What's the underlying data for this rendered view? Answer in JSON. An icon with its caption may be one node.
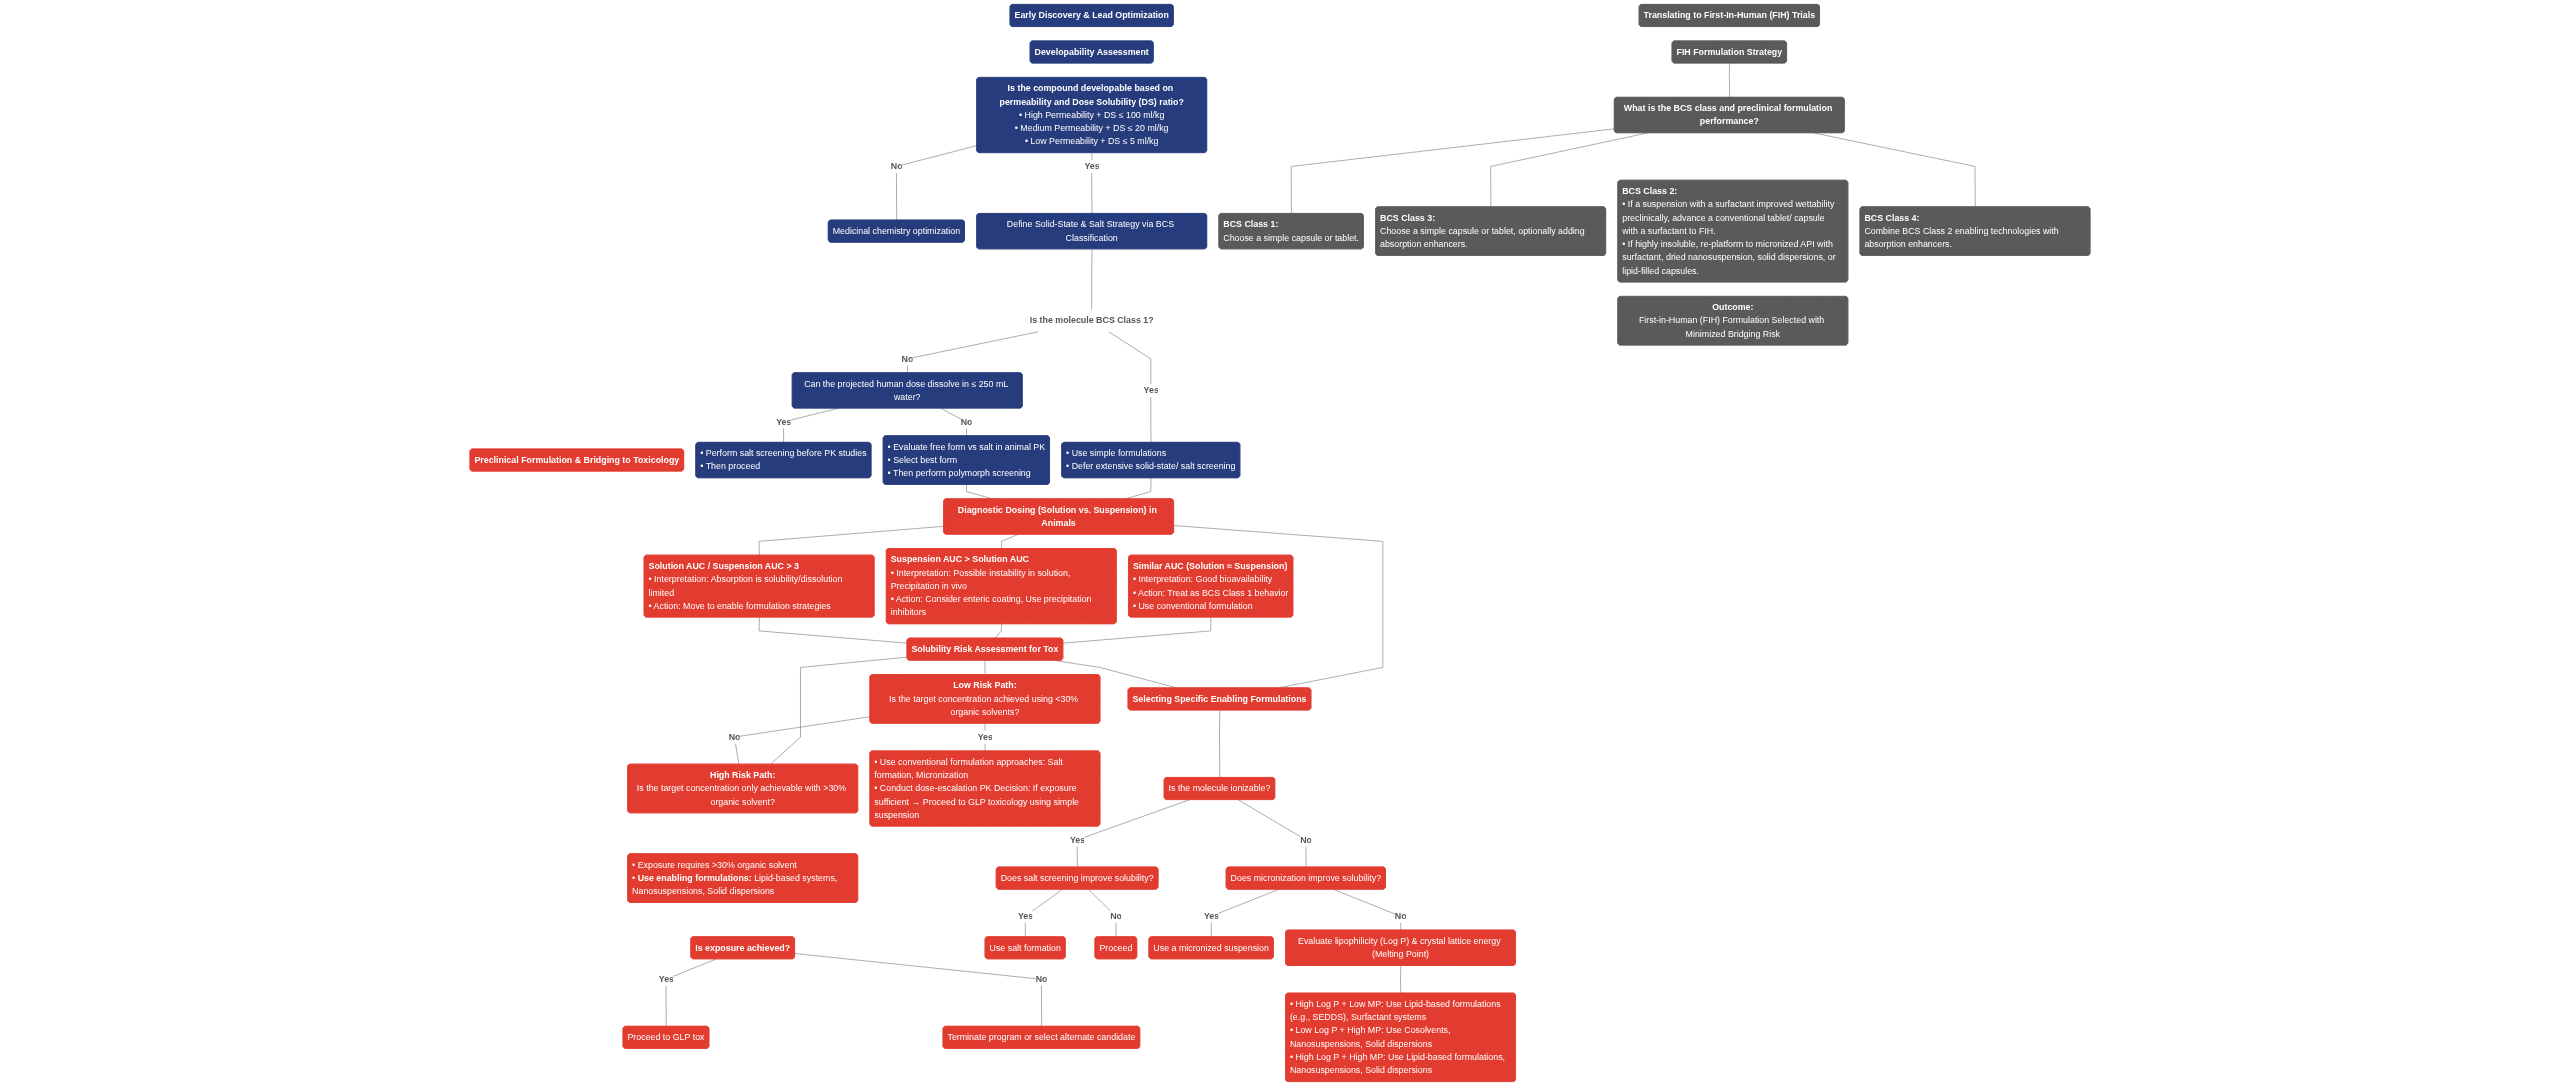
{
  "diagram": {
    "nodes": [
      {
        "text": [
          "Early Discovery & Lead Optimization"
        ]
      },
      {
        "text": [
          "Developability Assessment"
        ]
      },
      {
        "text": [
          "Is the compound developable based on permeability and Dose Solubility (DS) ratio?",
          "• High Permeability + DS ≤ 100 ml/kg",
          "• Medium Permeability + DS ≤ 20 ml/kg",
          "• Low Permeability + DS ≤ 5 ml/kg"
        ]
      },
      {
        "text": [
          "Medicinal chemistry optimization"
        ]
      },
      {
        "text": [
          "Define Solid-State & Salt Strategy via BCS Classification"
        ]
      },
      {
        "text": [
          "Is the molecule BCS Class 1?"
        ]
      },
      {
        "text": [
          "Can the projected human dose dissolve in ≤ 250 mL water?"
        ]
      },
      {
        "text": [
          "• Use simple formulations",
          "• Defer extensive solid-state/ salt screening"
        ]
      },
      {
        "text": [
          "• Perform salt screening before PK studies",
          "• Then proceed"
        ]
      },
      {
        "text": [
          "• Evaluate free form vs salt in animal PK",
          "• Select best form",
          "• Then perform polymorph screening"
        ]
      },
      {
        "text": [
          "Preclinical Formulation & Bridging to Toxicology"
        ]
      },
      {
        "text": [
          "Diagnostic Dosing (Solution vs. Suspension) in Animals"
        ]
      },
      {
        "text": [
          "Similar AUC (Solution ≈ Suspension)",
          "• Interpretation: Good bioavailability",
          "• Action: Treat as BCS Class 1 behavior",
          "• Use conventional formulation"
        ]
      },
      {
        "text": [
          "Suspension AUC > Solution AUC",
          "• Interpretation: Possible instability in solution, Precipitation in vivo",
          "• Action: Consider enteric coating, Use precipitation inhibitors"
        ]
      },
      {
        "text": [
          "Solution AUC / Suspension AUC > 3",
          "• Interpretation: Absorption is solubility/dissolution limited",
          "• Action: Move to enable formulation strategies"
        ]
      },
      {
        "text": [
          "Solubility Risk Assessment for Tox"
        ]
      },
      {
        "text": [
          "Low Risk Path:",
          "Is the target concentration achieved using <30% organic solvents?"
        ]
      },
      {
        "text": [
          "High Risk Path:",
          "Is the target concentration only achievable with >30% organic solvent?"
        ]
      },
      {
        "text": [
          "• Use conventional formulation approaches: Salt formation, Micronization",
          "• Conduct dose-escalation PK Decision: If exposure sufficient → Proceed to GLP toxicology using simple suspension"
        ]
      },
      {
        "text": [
          "• Exposure requires >30% organic solvent",
          "• **Use enabling formulations:** Lipid-based systems, Nanosuspensions, Solid dispersions"
        ]
      },
      {
        "text": [
          "Is exposure achieved?"
        ]
      },
      {
        "text": [
          "Proceed to GLP tox"
        ]
      },
      {
        "text": [
          "Terminate program or select alternate candidate"
        ]
      },
      {
        "text": [
          "Selecting Specific Enabling Formulations"
        ]
      },
      {
        "text": [
          "Is the molecule ionizable?"
        ]
      },
      {
        "text": [
          "Does salt screening improve solubility?"
        ]
      },
      {
        "text": [
          "Does micronization improve solubility?"
        ]
      },
      {
        "text": [
          "Use salt formation"
        ]
      },
      {
        "text": [
          "Proceed"
        ]
      },
      {
        "text": [
          "Use a micronized suspension"
        ]
      },
      {
        "text": [
          "Evaluate lipophilicity (Log P) & crystal lattice energy (Melting Point)"
        ]
      },
      {
        "text": [
          "• High Log P + Low MP: Use Lipid-based formulations (e.g., SEDDS), Surfactant systems",
          "• Low Log P + High MP: Use Cosolvents, Nanosuspensions, Solid dispersions",
          "• High Log P + High MP: Use Lipid-based formulations, Nanosuspensions, Solid dispersions"
        ]
      },
      {
        "text": [
          "Translating to First-In-Human (FIH) Trials"
        ]
      },
      {
        "text": [
          "FIH Formulation Strategy"
        ]
      },
      {
        "text": [
          "What is the BCS class and preclinical formulation performance?"
        ]
      },
      {
        "text": [
          "BCS Class 1:",
          "Choose a simple capsule or tablet."
        ]
      },
      {
        "text": [
          "BCS Class 3:",
          "Choose a simple capsule or tablet, optionally adding absorption enhancers."
        ]
      },
      {
        "text": [
          "BCS Class 2:",
          "• If a suspension with a surfactant improved wettability preclinically, advance a conventional tablet/ capsule with a surfactant to FIH.",
          "• If highly insoluble, re-platform to micronized API with surfactant, dried nanosuspension, solid dispersions, or lipid-filled capsules."
        ]
      },
      {
        "text": [
          "BCS Class 4:",
          "Combine BCS Class 2 enabling technologies with absorption enhancers."
        ]
      },
      {
        "text": [
          "Outcome:",
          "First-in-Human (FIH) Formulation Selected with Minimized Bridging Risk"
        ]
      }
    ],
    "edges": [
      {
        "from": 2,
        "to": 3,
        "arrow": "none",
        "label": "No"
      },
      {
        "from": 2,
        "to": 4,
        "arrow": "none",
        "label": "Yes"
      },
      {
        "from": 4,
        "to": 5,
        "arrow": "none"
      },
      {
        "from": 5,
        "to": 6,
        "arrow": "none",
        "label": "No"
      },
      {
        "from": 5,
        "to": 7,
        "arrow": "none",
        "label": "Yes"
      },
      {
        "from": 6,
        "to": 8,
        "arrow": "none",
        "label": "Yes"
      },
      {
        "from": 6,
        "to": 9,
        "arrow": "none",
        "label": "No"
      },
      {
        "from": 7,
        "to": 11,
        "arrow": "none"
      },
      {
        "from": 9,
        "to": 11,
        "arrow": "none"
      },
      {
        "from": 11,
        "to": 13,
        "arrow": "none"
      },
      {
        "from": 11,
        "to": 14,
        "arrow": "none"
      },
      {
        "from": 12,
        "to": 15,
        "arrow": "none"
      },
      {
        "from": 13,
        "to": 15,
        "arrow": "none"
      },
      {
        "from": 14,
        "to": 15,
        "arrow": "none"
      },
      {
        "from": 11,
        "to": 23,
        "arrow": "none"
      },
      {
        "from": 15,
        "to": 23,
        "arrow": "none"
      },
      {
        "from": 15,
        "to": 16,
        "arrow": "none"
      },
      {
        "from": 15,
        "to": 17,
        "arrow": "none"
      },
      {
        "from": 16,
        "to": 18,
        "arrow": "none",
        "label": "Yes"
      },
      {
        "from": 16,
        "to": 17,
        "arrow": "none",
        "label": "No"
      },
      {
        "from": 20,
        "to": 21,
        "arrow": "none",
        "label": "Yes"
      },
      {
        "from": 20,
        "to": 22,
        "arrow": "none",
        "label": "No"
      },
      {
        "from": 23,
        "to": 24,
        "arrow": "none"
      },
      {
        "from": 24,
        "to": 25,
        "arrow": "none",
        "label": "Yes"
      },
      {
        "from": 24,
        "to": 26,
        "arrow": "none",
        "label": "No"
      },
      {
        "from": 25,
        "to": 27,
        "arrow": "none",
        "label": "Yes"
      },
      {
        "from": 25,
        "to": 28,
        "arrow": "none",
        "label": "No"
      },
      {
        "from": 26,
        "to": 29,
        "arrow": "none",
        "label": "Yes"
      },
      {
        "from": 26,
        "to": 30,
        "arrow": "none",
        "label": "No"
      },
      {
        "from": 30,
        "to": 31,
        "arrow": "none"
      },
      {
        "from": 33,
        "to": 34,
        "arrow": "none"
      },
      {
        "from": 34,
        "to": 35,
        "arrow": "none"
      },
      {
        "from": 34,
        "to": 36,
        "arrow": "none"
      },
      {
        "from": 34,
        "to": 38,
        "arrow": "none"
      }
    ]
  }
}
